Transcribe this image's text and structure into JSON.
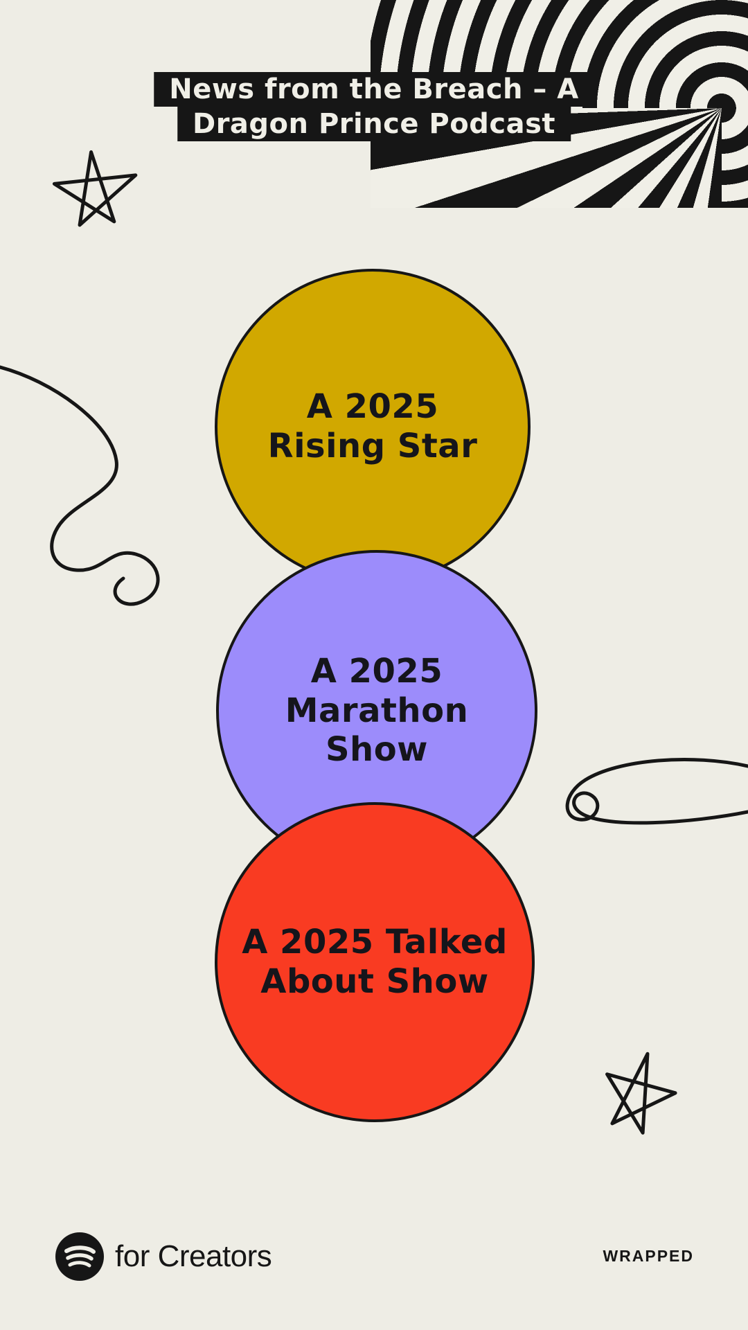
{
  "colors": {
    "bg": "#EEEDE5",
    "ink": "#161616",
    "cream": "#F0EFE7",
    "yellow": "#D1A800",
    "purple": "#9C8CFB",
    "red": "#F93B22",
    "text_dark": "#15151B"
  },
  "header": {
    "badge_line1": "News from the Breach – A",
    "badge_line2": "Dragon Prince Podcast"
  },
  "circles": [
    {
      "name": "rising-star",
      "color": "#D1A800",
      "lines": [
        "A 2025",
        "Rising Star"
      ]
    },
    {
      "name": "marathon-show",
      "color": "#9C8CFB",
      "lines": [
        "A 2025",
        "Marathon",
        "Show"
      ]
    },
    {
      "name": "talked-about-show",
      "color": "#F93B22",
      "lines": [
        "A 2025 Talked",
        "About Show"
      ]
    }
  ],
  "footer": {
    "brand": "for Creators",
    "wrapped_label": "WRAPPED"
  },
  "icons": {
    "spotify": "spotify-logo",
    "star_top_left": "hand-drawn-star",
    "star_bottom_right": "hand-drawn-star",
    "squiggle_left": "scribble-line",
    "squiggle_right": "scribble-line",
    "pattern": "op-art-concentric-circles-and-rays"
  }
}
